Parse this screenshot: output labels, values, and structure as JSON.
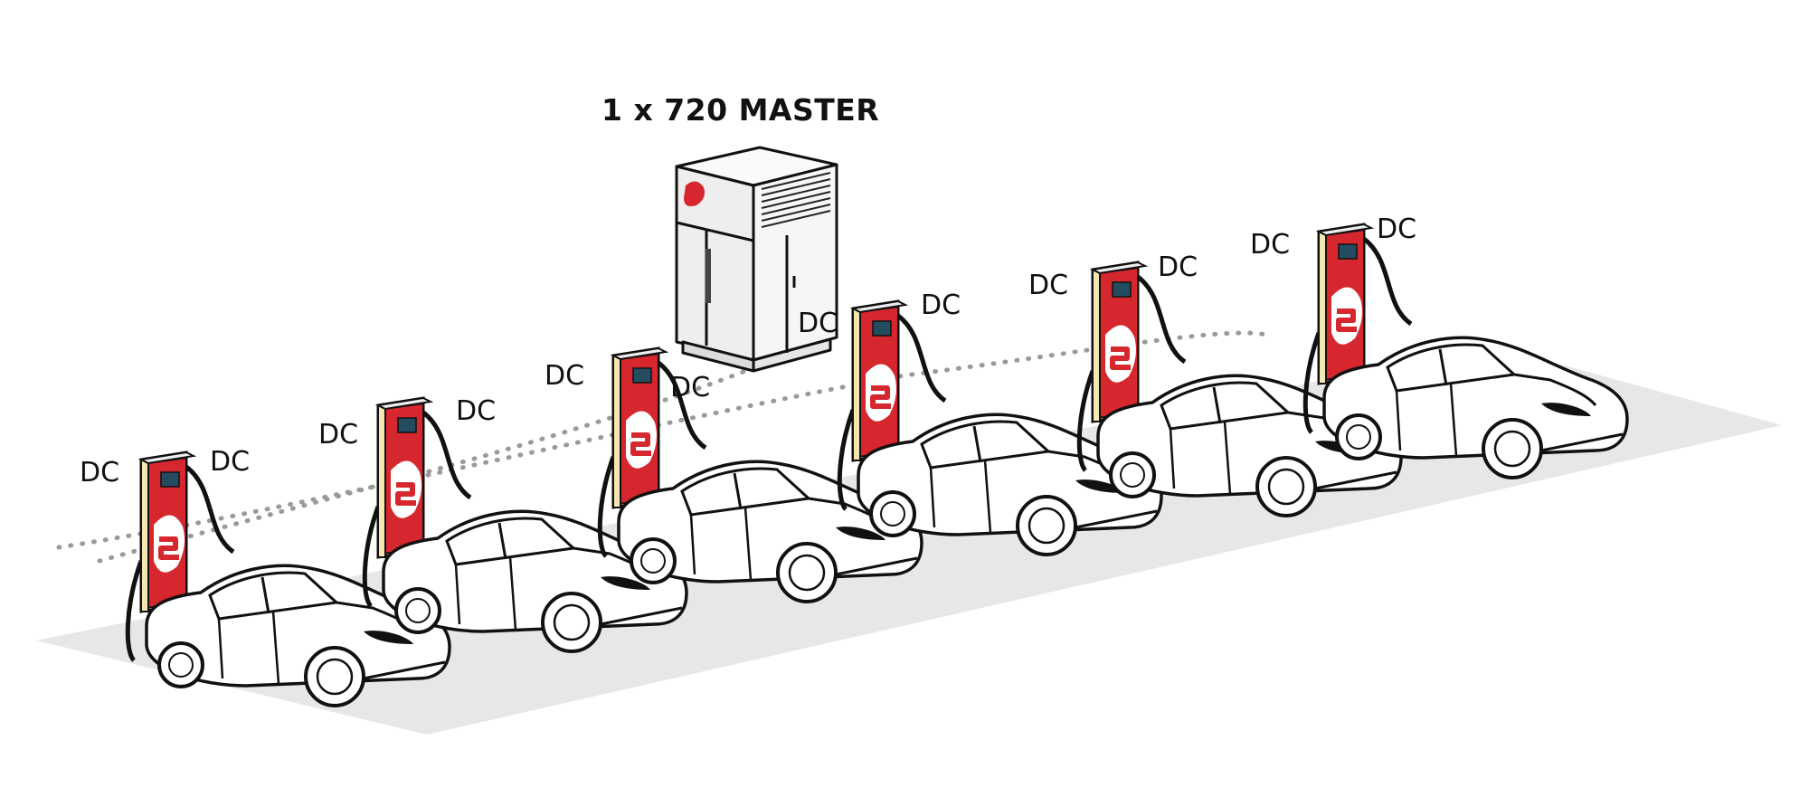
{
  "master": {
    "label": "1 x 720 MASTER"
  },
  "connector_label": "DC",
  "stations": [
    {
      "left_label": "DC",
      "right_label": "DC"
    },
    {
      "left_label": "DC",
      "right_label": "DC"
    },
    {
      "left_label": "DC",
      "right_label": "DC"
    },
    {
      "left_label": "DC",
      "right_label": "DC"
    },
    {
      "left_label": "DC",
      "right_label": "DC"
    },
    {
      "left_label": "DC",
      "right_label": "DC"
    }
  ],
  "colors": {
    "charger_red": "#d6262e",
    "ground": "#e7e7e7",
    "outline": "#111111",
    "cable_dots": "#9a9a9a",
    "cabinet": "#f1f1f1"
  },
  "icons": [
    "master-cabinet-icon",
    "charger-icon",
    "car-icon",
    "brand-logo-icon"
  ]
}
